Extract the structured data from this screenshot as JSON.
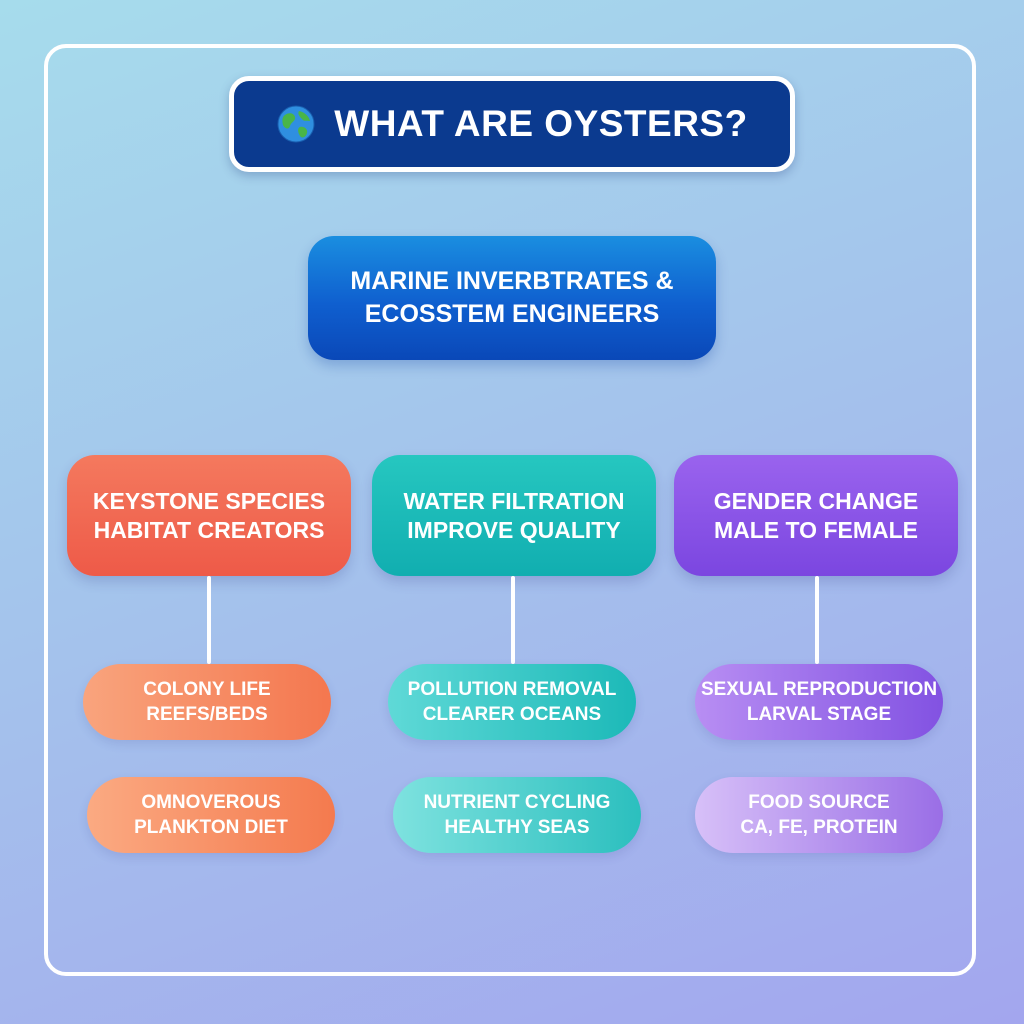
{
  "title": {
    "icon": "globe-icon",
    "text": "WHAT ARE OYSTERS?"
  },
  "root": {
    "line1": "MARINE INVERBTRATES &",
    "line2": "ECOSSTEM ENGINEERS"
  },
  "categories": [
    {
      "color": "#f0624c",
      "line1": "KEYSTONE SPECIES",
      "line2": "HABITAT CREATORS",
      "children": [
        {
          "line1": "COLONY LIFE",
          "line2": "REEFS/BEDS"
        },
        {
          "line1": "OMNOVEROUS",
          "line2": "PLANKTON DIET"
        }
      ]
    },
    {
      "color": "#18b8b6",
      "line1": "WATER FILTRATION",
      "line2": "IMPROVE QUALITY",
      "children": [
        {
          "line1": "POLLUTION REMOVAL",
          "line2": "CLEARER OCEANS"
        },
        {
          "line1": "NUTRIENT CYCLING",
          "line2": "HEALTHY SEAS"
        }
      ]
    },
    {
      "color": "#8650e6",
      "line1": "GENDER CHANGE",
      "line2": "MALE TO FEMALE",
      "children": [
        {
          "line1": "SEXUAL REPRODUCTION",
          "line2": "LARVAL STAGE"
        },
        {
          "line1": "FOOD SOURCE",
          "line2": "CA, FE, PROTEIN"
        }
      ]
    }
  ]
}
